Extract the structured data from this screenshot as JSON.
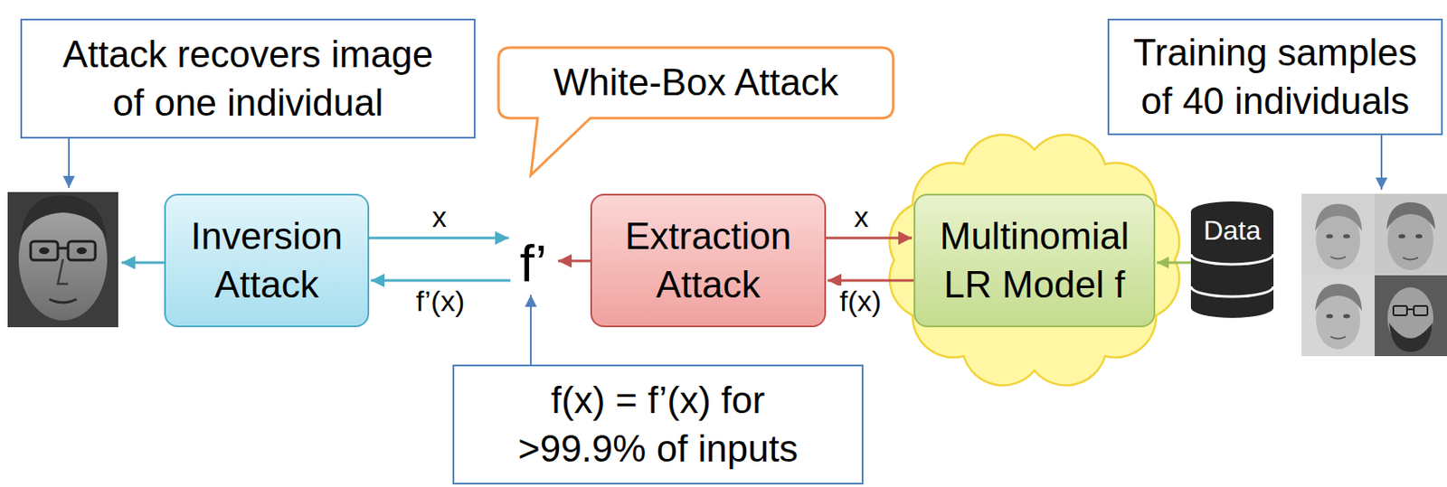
{
  "diagram": {
    "nodes": [
      {
        "text": [
          "Attack recovers image of one individual"
        ]
      },
      {
        "text": [
          "White-Box Attack"
        ]
      },
      {
        "text": [
          "Training samples of 40 individuals"
        ]
      },
      {
        "text": [
          "Inversion Attack"
        ]
      },
      {
        "text": [
          "f’"
        ]
      },
      {
        "text": [
          "Extraction Attack"
        ]
      },
      {
        "text": [
          "Multinomial LR Model f"
        ]
      },
      {
        "text": [
          "Data"
        ]
      },
      {
        "text": [
          "f(x) = f’(x) for >99.9% of inputs"
        ]
      }
    ],
    "edges": [
      {
        "from": 3,
        "to": 4,
        "label": "x",
        "arrow": "to"
      },
      {
        "from": 4,
        "to": 3,
        "label": "f’(x)",
        "arrow": "to"
      },
      {
        "from": 5,
        "to": 4,
        "arrow": "to"
      },
      {
        "from": 5,
        "to": 6,
        "label": "x",
        "arrow": "to"
      },
      {
        "from": 6,
        "to": 5,
        "label": "f(x)",
        "arrow": "to"
      },
      {
        "from": 7,
        "to": 6,
        "arrow": "to"
      },
      {
        "from": 8,
        "to": 4,
        "arrow": "to"
      }
    ]
  }
}
